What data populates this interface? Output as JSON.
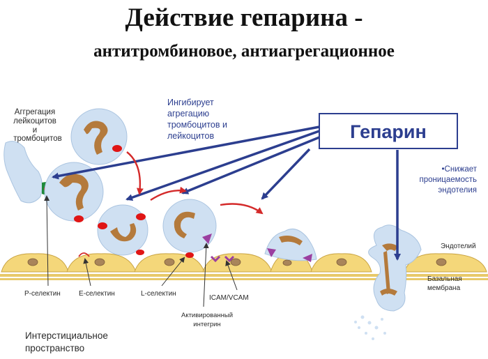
{
  "title": "Действие гепарина -",
  "subtitle": "антитромбиновое, антиагрегационное",
  "heparin_box": "Гепарин",
  "labels": {
    "aggregation": [
      "Аггрегация",
      "лейкоцитов",
      "и",
      "тромбоцитов"
    ],
    "inhibits": [
      "Ингибирует",
      "агрегацию",
      "тромбоцитов и",
      "лейкоцитов"
    ],
    "permeability": [
      "•Снижает",
      "проницаемость",
      "эндотелия"
    ],
    "endothelium": "Эндотелий",
    "basal": [
      "Базальная",
      "мембрана"
    ],
    "p_selectin": "Р-селектин",
    "e_selectin": "Е-селектин",
    "l_selectin": "L-селектин",
    "icam": "ICAM/VCAM",
    "integrin": [
      "Активированный",
      "интегрин"
    ],
    "interstitial": [
      "Интерстициальное",
      "пространство"
    ]
  },
  "colors": {
    "blue_arrow": "#2c3e8f",
    "red_arrow": "#d42a2a",
    "cell": "#cfe0f2",
    "nucleus": "#b47a3c",
    "endothelial": "#f4d77a",
    "platelet": "#e01515",
    "integrin": "#9b3fa0"
  }
}
